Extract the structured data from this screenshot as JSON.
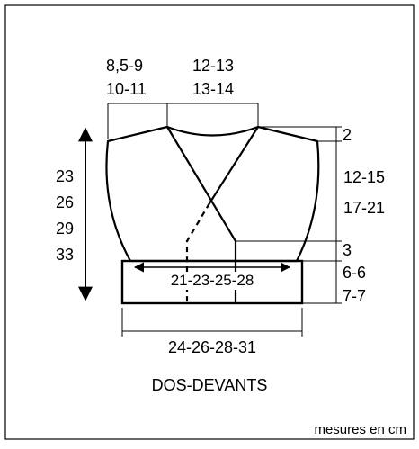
{
  "diagram": {
    "title": "DOS-DEVANTS",
    "note": "mesures en cm",
    "measures": {
      "shoulder": [
        "8,5-9",
        "10-11"
      ],
      "neck": [
        "12-13",
        "13-14"
      ],
      "height": [
        "23",
        "26",
        "29",
        "33"
      ],
      "shoulder_slope": "2",
      "armhole": [
        "12-15",
        "17-21"
      ],
      "overlap": "3",
      "band": [
        "6-6",
        "7-7"
      ],
      "inner_width": "21-23-25-28",
      "total_width": "24-26-28-31"
    }
  }
}
